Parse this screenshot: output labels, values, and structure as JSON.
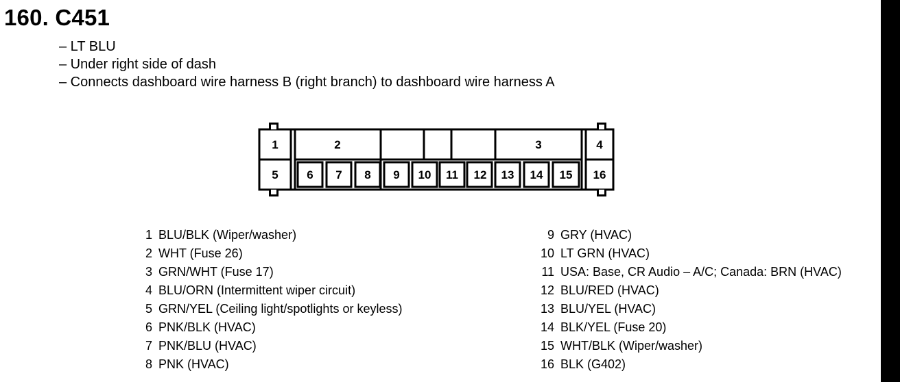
{
  "title": "160. C451",
  "info": [
    "– LT BLU",
    "– Under right side of dash",
    "– Connects dashboard wire harness B (right  branch) to dashboard wire harness A"
  ],
  "connector": {
    "top_labels": [
      "1",
      "2",
      "3",
      "4"
    ],
    "bottom_labels": [
      "5",
      "6",
      "7",
      "8",
      "9",
      "10",
      "11",
      "12",
      "13",
      "14",
      "15",
      "16"
    ]
  },
  "pins_left": [
    {
      "num": "1",
      "desc": "BLU/BLK (Wiper/washer)"
    },
    {
      "num": "2",
      "desc": "WHT (Fuse 26)"
    },
    {
      "num": "3",
      "desc": "GRN/WHT (Fuse 17)"
    },
    {
      "num": "4",
      "desc": "BLU/ORN (Intermittent wiper circuit)"
    },
    {
      "num": "5",
      "desc": "GRN/YEL (Ceiling light/spotlights or keyless)"
    },
    {
      "num": "6",
      "desc": "PNK/BLK (HVAC)"
    },
    {
      "num": "7",
      "desc": "PNK/BLU (HVAC)"
    },
    {
      "num": "8",
      "desc": "PNK (HVAC)"
    }
  ],
  "pins_right": [
    {
      "num": "9",
      "desc": "GRY (HVAC)"
    },
    {
      "num": "10",
      "desc": "LT GRN (HVAC)"
    },
    {
      "num": "11",
      "desc": "USA: Base, CR Audio – A/C; Canada: BRN (HVAC)"
    },
    {
      "num": "12",
      "desc": "BLU/RED (HVAC)"
    },
    {
      "num": "13",
      "desc": "BLU/YEL (HVAC)"
    },
    {
      "num": "14",
      "desc": "BLK/YEL (Fuse 20)"
    },
    {
      "num": "15",
      "desc": "WHT/BLK (Wiper/washer)"
    },
    {
      "num": "16",
      "desc": "BLK (G402)"
    }
  ]
}
